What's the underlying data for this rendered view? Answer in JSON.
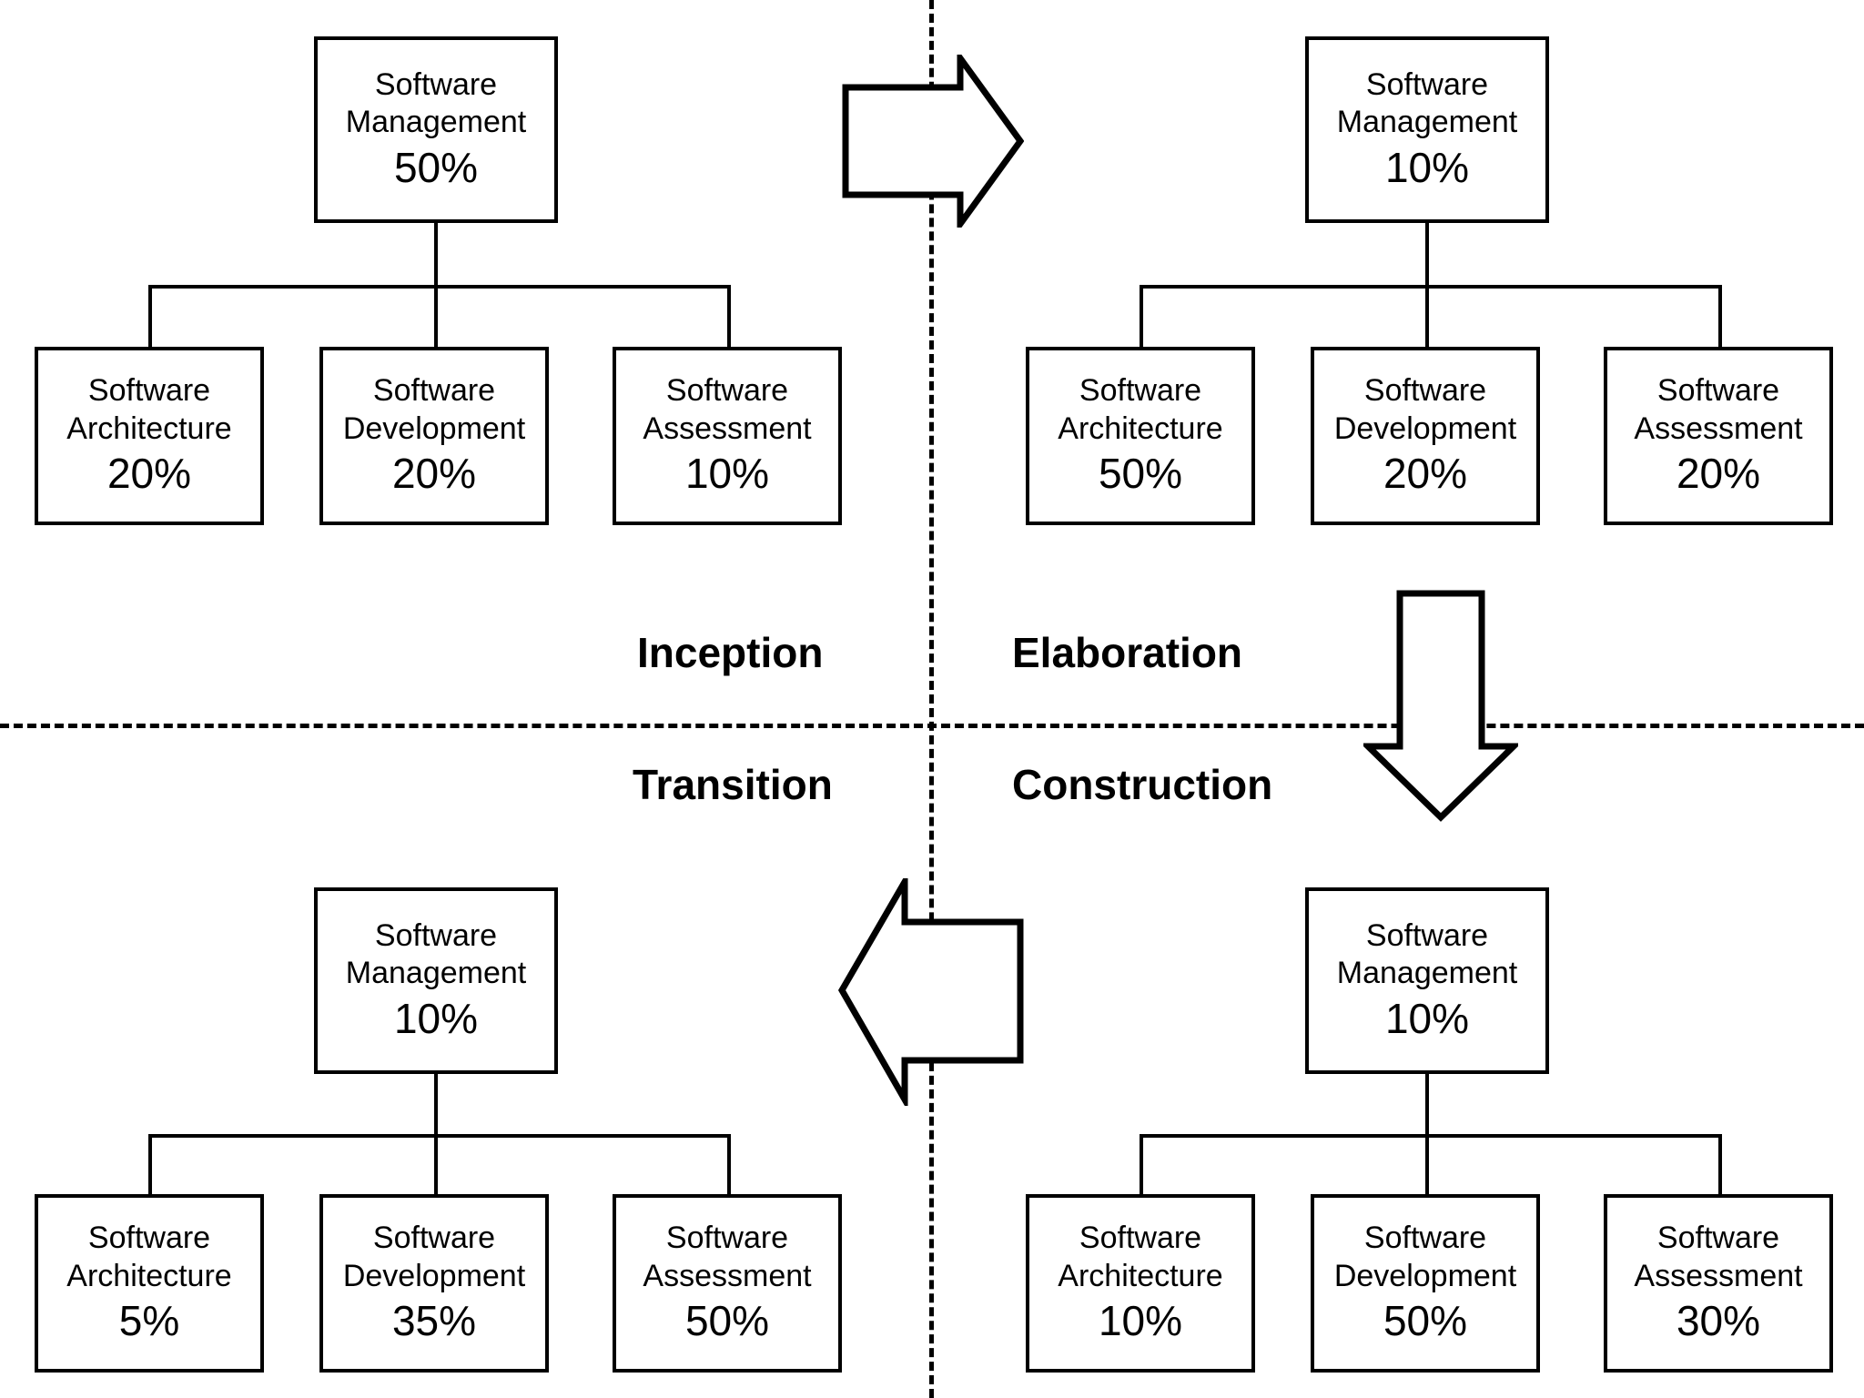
{
  "diagram": {
    "title_phases": [
      "Inception",
      "Elaboration",
      "Construction",
      "Transition"
    ],
    "node_labels": {
      "management_l1": "Software",
      "management_l2": "Management",
      "architecture_l1": "Software",
      "architecture_l2": "Architecture",
      "development_l1": "Software",
      "development_l2": "Development",
      "assessment_l1": "Software",
      "assessment_l2": "Assessment"
    },
    "quadrants": {
      "inception": {
        "phase": "Inception",
        "root": {
          "line1": "Software",
          "line2": "Management",
          "percent": "50%"
        },
        "children": [
          {
            "line1": "Software",
            "line2": "Architecture",
            "percent": "20%"
          },
          {
            "line1": "Software",
            "line2": "Development",
            "percent": "20%"
          },
          {
            "line1": "Software",
            "line2": "Assessment",
            "percent": "10%"
          }
        ]
      },
      "elaboration": {
        "phase": "Elaboration",
        "root": {
          "line1": "Software",
          "line2": "Management",
          "percent": "10%"
        },
        "children": [
          {
            "line1": "Software",
            "line2": "Architecture",
            "percent": "50%"
          },
          {
            "line1": "Software",
            "line2": "Development",
            "percent": "20%"
          },
          {
            "line1": "Software",
            "line2": "Assessment",
            "percent": "20%"
          }
        ]
      },
      "construction": {
        "phase": "Construction",
        "root": {
          "line1": "Software",
          "line2": "Management",
          "percent": "10%"
        },
        "children": [
          {
            "line1": "Software",
            "line2": "Architecture",
            "percent": "10%"
          },
          {
            "line1": "Software",
            "line2": "Development",
            "percent": "50%"
          },
          {
            "line1": "Software",
            "line2": "Assessment",
            "percent": "30%"
          }
        ]
      },
      "transition": {
        "phase": "Transition",
        "root": {
          "line1": "Software",
          "line2": "Management",
          "percent": "10%"
        },
        "children": [
          {
            "line1": "Software",
            "line2": "Architecture",
            "percent": "5%"
          },
          {
            "line1": "Software",
            "line2": "Development",
            "percent": "35%"
          },
          {
            "line1": "Software",
            "line2": "Assessment",
            "percent": "50%"
          }
        ]
      }
    },
    "flow_arrows": [
      {
        "name": "inception-to-elaboration",
        "direction": "right"
      },
      {
        "name": "elaboration-to-construction",
        "direction": "down"
      },
      {
        "name": "construction-to-transition",
        "direction": "left"
      }
    ],
    "colors": {
      "stroke": "#000000",
      "background": "#ffffff"
    }
  }
}
